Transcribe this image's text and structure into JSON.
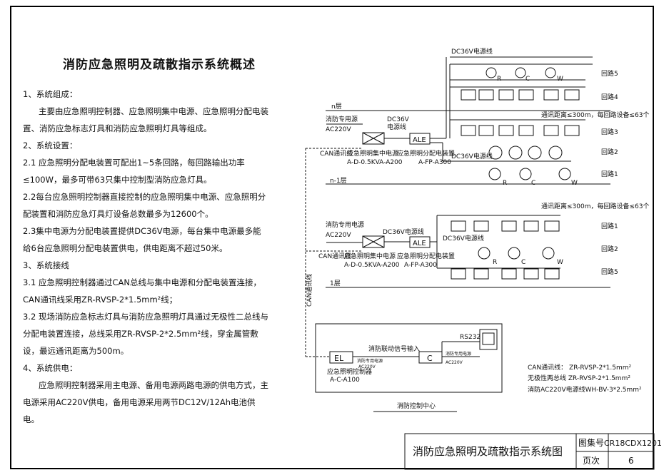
{
  "title": "消防应急照明及疏散指示系统概述",
  "text": {
    "s1": "1、系统组成：",
    "s1p": "主要由应急照明控制器、应急照明集中电源、应急照明分配电装置、消防应急标志灯具和消防应急照明灯具等组成。",
    "s2": "2、系统设置：",
    "s21": "2.1 应急照明分配电装置可配出1~5条回路，每回路输出功率≤100W，最多可带63只集中控制型消防应急灯具。",
    "s22": "2.2每台应急照明控制器直接控制的应急照明集中电源、应急照明分配装置和消防应急灯具灯设备总数最多为12600个。",
    "s23": "2.3集中电源为分配电装置提供DC36V电源，每台集中电源最多能给6台应急照明分配电装置供电，供电距离不超过50米。",
    "s3": "3、系统接线",
    "s31": "3.1 应急照明控制器通过CAN总线与集中电源和分配电装置连接，CAN通讯线采用ZR-RVSP-2*1.5mm²线；",
    "s32": "3.2 现场消防应急标志灯具与消防应急照明灯具通过无极性二总线与分配电装置连接，总线采用ZR-RVSP-2*2.5mm²线，穿金属管敷设，最远通讯距离为500m。",
    "s4": "4、系统供电：",
    "s4p": "应急照明控制器采用主电源、备用电源两路电源的供电方式，主电源采用AC220V供电，备用电源采用两节DC12V/12Ah电池供电。"
  },
  "diagram": {
    "floor_n": "n层",
    "floor_n1": "n-1层",
    "floor_1": "1层",
    "fire_power": "消防专用源",
    "fire_power2": "消防专用电源",
    "ac220": "AC220V",
    "dc36": "DC36V",
    "dc36_line": "电源线",
    "dc36_power_line": "DC36V电源线",
    "ale": "ALE",
    "can_line": "CAN通讯线",
    "central_power": "应急照明集中电源",
    "central_power_model": "A-D-0.5KVA-A200",
    "dist_device": "应急照明分配电装置",
    "dist_model": "A-FP-A300",
    "comm_dist": "通讯距离≤300m，每回路设备≤63个",
    "circuits": [
      "回路5",
      "回路4",
      "回路3",
      "回路2",
      "回路1"
    ],
    "circuits_1f": [
      "回路1",
      "回路2",
      "回路5"
    ],
    "lamp_r": "R",
    "lamp_c": "C",
    "lamp_w": "W",
    "el": "EL",
    "c": "C",
    "controller": "应急照明控制器",
    "controller_model": "A-C-A100",
    "linkage": "消防联动信号输入",
    "rs232": "RS232",
    "fire_power_small": "消防专用电源",
    "control_center": "消防控制中心",
    "can_vert": "CAN通讯线"
  },
  "legend": {
    "l1": "CAN通讯线： ZR-RVSP-2*1.5mm²",
    "l2": "无极性两总线 ZR-RVSP-2*1.5mm²",
    "l3": "消防AC220V电源线WH-BV-3*2.5mm²"
  },
  "title_block": {
    "name": "消防应急照明及疏散指示系统图",
    "atlas_label": "图集号",
    "atlas_no": "CR18CDX1201",
    "page_label": "页次",
    "page_no": "6"
  }
}
